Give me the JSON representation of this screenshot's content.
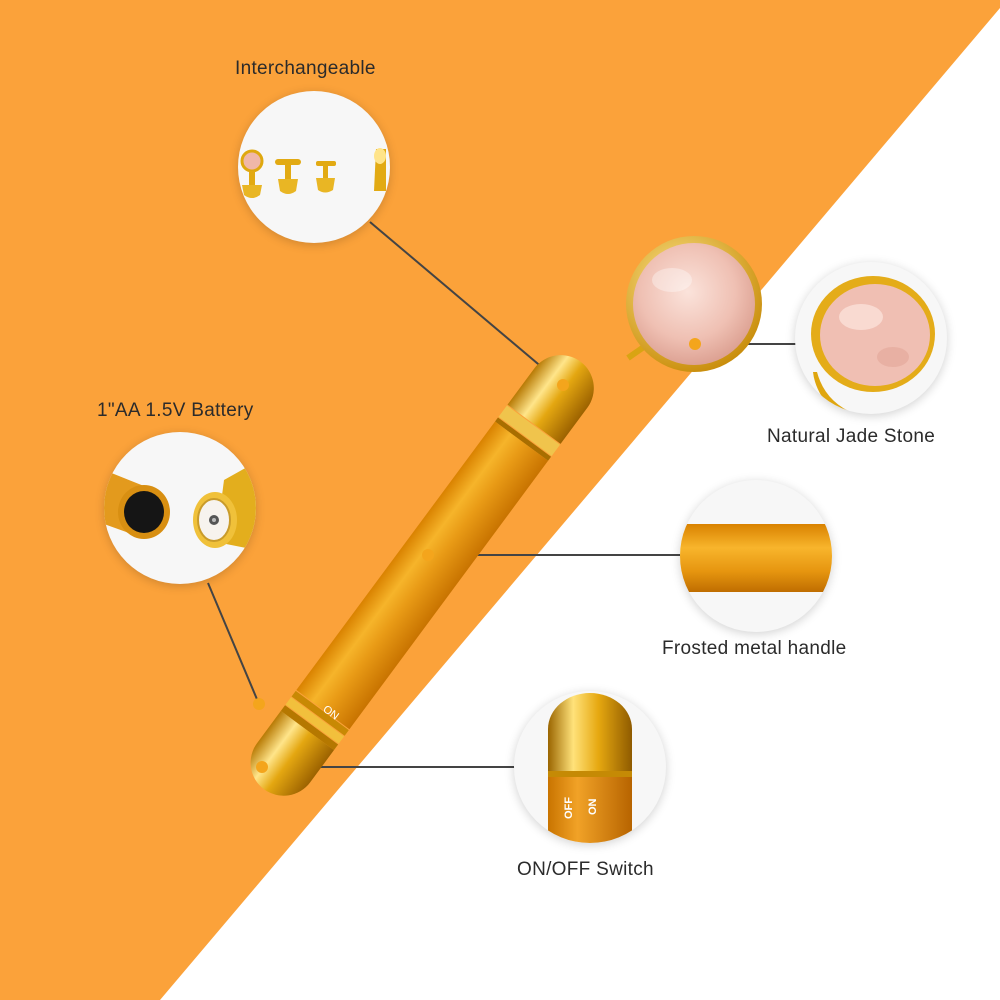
{
  "colors": {
    "background_orange": "#FBA23A",
    "background_white": "#FFFFFF",
    "gold": "#E8B21B",
    "handle_orange": "#E8960E",
    "rose_quartz": "#F2C7BC",
    "callout_line": "#444444",
    "label_text": "#2B2B2B"
  },
  "labels": {
    "interchangeable": "Interchangeable",
    "battery": "1\"AA 1.5V Battery",
    "jade": "Natural Jade Stone",
    "handle": "Frosted metal handle",
    "switch": "ON/OFF Switch"
  },
  "device": {
    "switch_text_on": "ON",
    "switch_text_off": "OFF"
  }
}
